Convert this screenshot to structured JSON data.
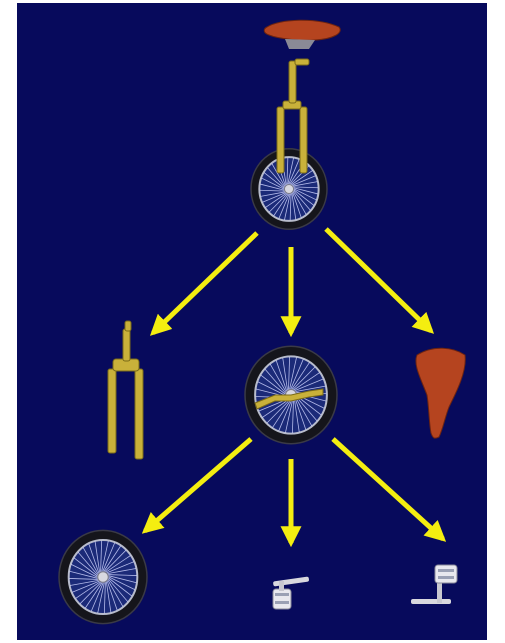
{
  "diagram": {
    "background": "#070a5c",
    "arrow_color": "#f4ee10",
    "tire_color": "#15151b",
    "spoke_color": "#cfd4ff",
    "frame_color": "#c9b13a",
    "saddle_color": "#b5441f",
    "nodes": [
      {
        "id": "unicycle",
        "kind": "assembly"
      },
      {
        "id": "fork",
        "kind": "part"
      },
      {
        "id": "wheel-assembly",
        "kind": "sub-assembly"
      },
      {
        "id": "seat",
        "kind": "part"
      },
      {
        "id": "wheel",
        "kind": "part"
      },
      {
        "id": "crank-arm-left",
        "kind": "part"
      },
      {
        "id": "crank-arm-right",
        "kind": "part"
      }
    ],
    "edges": [
      {
        "from": "unicycle",
        "to": "fork"
      },
      {
        "from": "unicycle",
        "to": "wheel-assembly"
      },
      {
        "from": "unicycle",
        "to": "seat"
      },
      {
        "from": "wheel-assembly",
        "to": "wheel"
      },
      {
        "from": "wheel-assembly",
        "to": "crank-arm-left"
      },
      {
        "from": "wheel-assembly",
        "to": "crank-arm-right"
      }
    ]
  }
}
